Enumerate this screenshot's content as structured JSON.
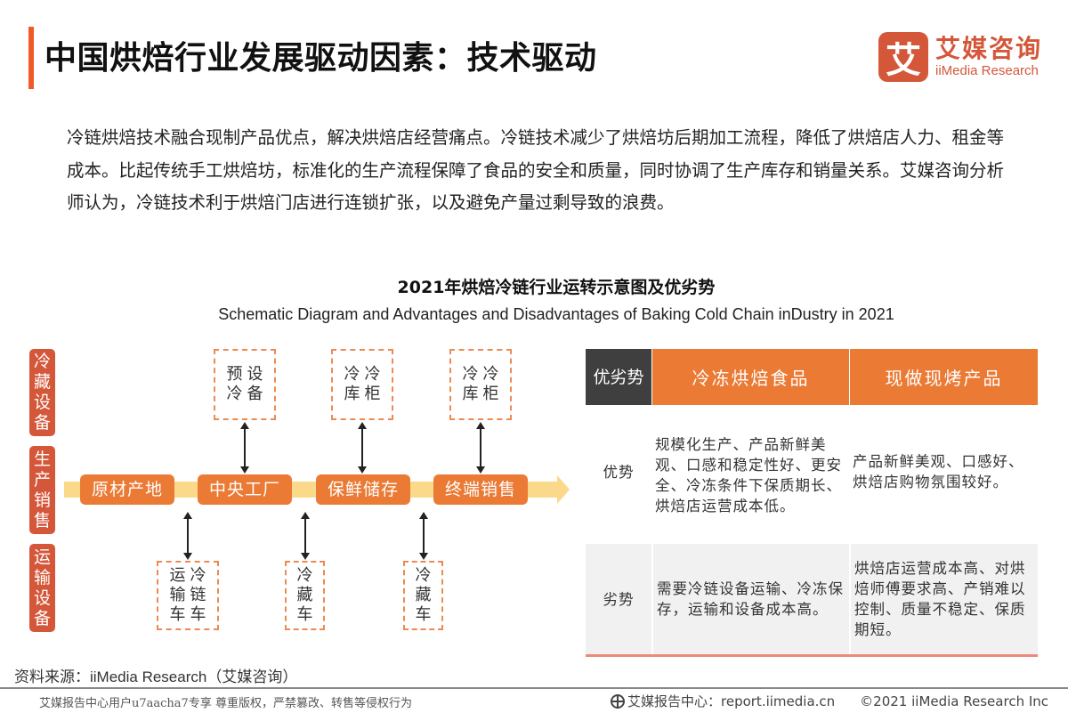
{
  "header": {
    "title": "中国烘焙行业发展驱动因素：技术驱动",
    "accent_color": "#f05a28"
  },
  "logo": {
    "mark": "艾",
    "cn": "艾媒咨询",
    "en": "iiMedia Research",
    "color": "#d4573a"
  },
  "intro": "冷链烘焙技术融合现制产品优点，解决烘焙店经营痛点。冷链技术减少了烘焙坊后期加工流程，降低了烘焙店人力、租金等成本。比起传统手工烘焙坊，标准化的生产流程保障了食品的安全和质量，同时协调了生产库存和销量关系。艾媒咨询分析师认为，冷链技术利于烘焙门店进行连锁扩张，以及避免产量过剩导致的浪费。",
  "chart": {
    "title": "2021年烘焙冷链行业运转示意图及优劣势",
    "subtitle": "Schematic Diagram and Advantages and Disadvantages of Baking Cold Chain inDustry in 2021"
  },
  "diagram": {
    "categories": [
      {
        "label": [
          "冷",
          "藏",
          "设",
          "备"
        ]
      },
      {
        "label": [
          "生",
          "产",
          "销",
          "售"
        ]
      },
      {
        "label": [
          "运",
          "输",
          "设",
          "备"
        ]
      }
    ],
    "flow_nodes": [
      "原材产地",
      "中央工厂",
      "保鲜储存",
      "终端销售"
    ],
    "top_boxes": [
      {
        "columns": [
          [
            "预",
            "冷"
          ],
          [
            "设",
            "备"
          ]
        ],
        "text": "预冷设备"
      },
      {
        "columns": [
          [
            "冷",
            "库"
          ],
          [
            "冷",
            "柜"
          ]
        ],
        "text": "冷库冷柜"
      },
      {
        "columns": [
          [
            "冷",
            "库"
          ],
          [
            "冷",
            "柜"
          ]
        ],
        "text": "冷库冷柜"
      }
    ],
    "bottom_boxes": [
      {
        "columns": [
          [
            "运",
            "输",
            "车"
          ],
          [
            "冷",
            "链",
            "车"
          ]
        ],
        "text": "冷链运输车"
      },
      {
        "columns": [
          [
            "冷",
            "藏",
            "车"
          ]
        ],
        "text": "冷藏车"
      },
      {
        "columns": [
          [
            "冷",
            "藏",
            "车"
          ]
        ],
        "text": "冷藏车"
      }
    ],
    "colors": {
      "category": "#d4573a",
      "node": "#ea7a34",
      "flow": "#fad98a",
      "dashed": "#ec8a52"
    }
  },
  "table": {
    "corner": "优劣势",
    "columns": [
      "冷冻烘焙食品",
      "现做现烤产品"
    ],
    "rows": [
      {
        "label": "优势",
        "cells": [
          "规模化生产、产品新鲜美观、口感和稳定性好、更安全、冷冻条件下保质期长、烘焙店运营成本低。",
          "产品新鲜美观、口感好、烘焙店购物氛围较好。"
        ]
      },
      {
        "label": "劣势",
        "cells": [
          "需要冷链设备运输、冷冻保存，运输和设备成本高。",
          "烘焙店运营成本高、对烘焙师傅要求高、产销难以控制、质量不稳定、保质期短。"
        ]
      }
    ],
    "header_color": "#ea7a34",
    "corner_color": "#3f3f3f"
  },
  "source": {
    "label": "资料来源：",
    "value": "iiMedia Research（艾媒咨询）"
  },
  "footer": {
    "watermark": "艾媒报告中心用户u7aacha7专享 尊重版权，严禁篡改、转售等侵权行为",
    "site_label": "艾媒报告中心：report.iimedia.cn",
    "copyright": "©2021  iiMedia Research  Inc"
  }
}
